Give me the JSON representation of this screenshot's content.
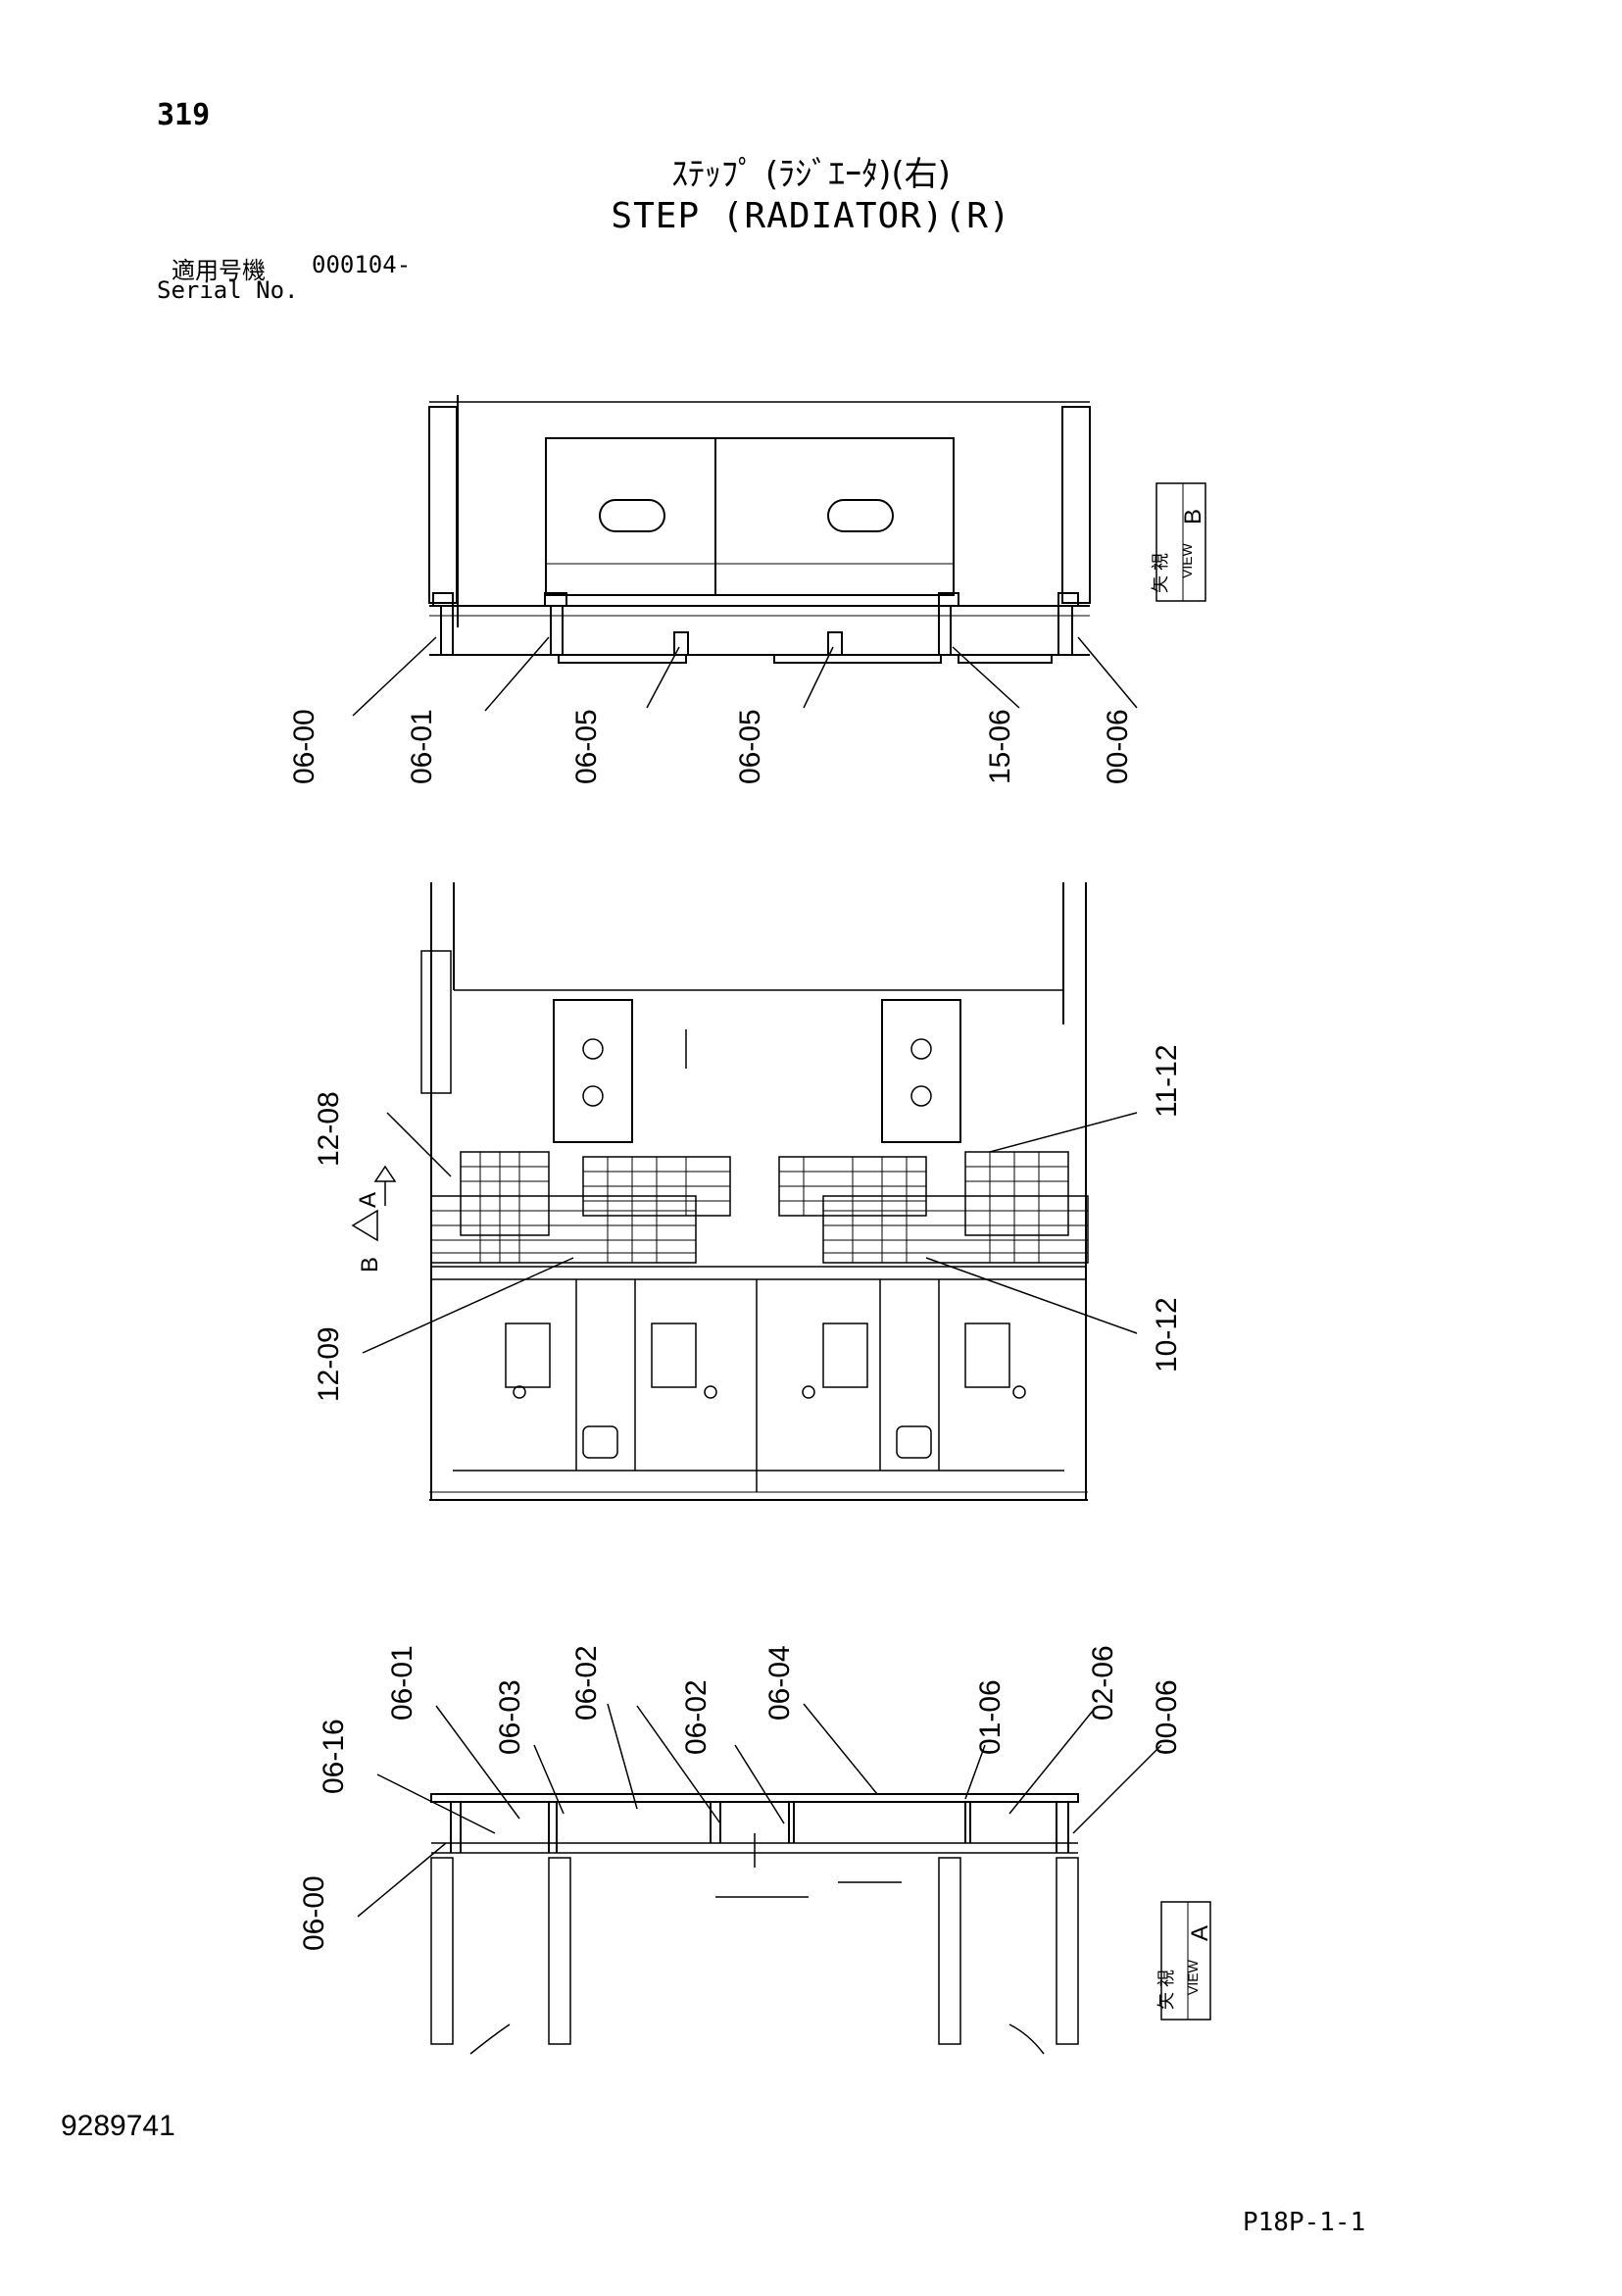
{
  "header": {
    "page_number": "319",
    "title_jp": "ｽﾃｯﾌﾟ (ﾗｼﾞｴｰﾀ)(右)",
    "title_en": "STEP (RADIATOR)(R)",
    "serial_label_jp": "適用号機",
    "serial_value": "000104-",
    "serial_label_en": "Serial No."
  },
  "view_b": {
    "marker_jp": "矢 視",
    "marker_en": "VIEW",
    "marker_letter": "B",
    "callouts": [
      "06-00",
      "06-01",
      "06-05",
      "06-05",
      "15-06",
      "00-06"
    ]
  },
  "plan_view": {
    "arrow_a": "A",
    "arrow_b": "B",
    "callouts": [
      "12-08",
      "11-12",
      "12-09",
      "10-12"
    ]
  },
  "view_a": {
    "marker_jp": "矢 視",
    "marker_en": "VIEW",
    "marker_letter": "A",
    "callouts": [
      "06-01",
      "06-03",
      "06-02",
      "06-02",
      "06-04",
      "01-06",
      "02-06",
      "00-06",
      "06-16",
      "06-00"
    ]
  },
  "footer": {
    "doc_number": "9289741",
    "page_code": "P18P-1-1"
  }
}
